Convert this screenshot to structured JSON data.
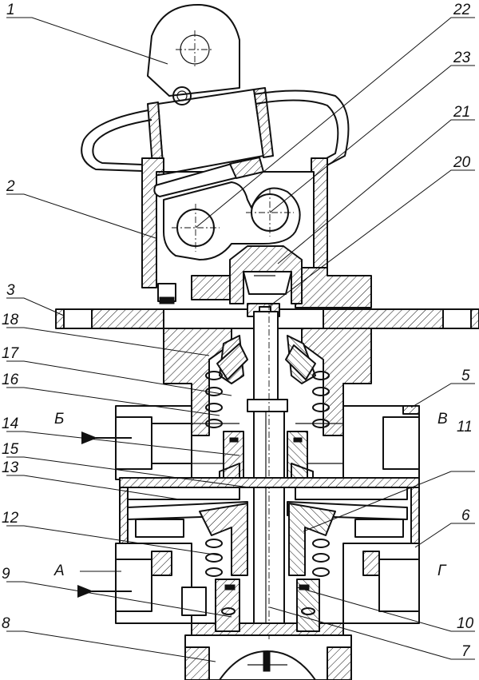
{
  "callouts": [
    {
      "id": "1",
      "text": "1"
    },
    {
      "id": "2",
      "text": "2"
    },
    {
      "id": "3",
      "text": "3"
    },
    {
      "id": "18",
      "text": "18"
    },
    {
      "id": "17",
      "text": "17"
    },
    {
      "id": "16",
      "text": "16"
    },
    {
      "id": "B-cyr",
      "text": "Б"
    },
    {
      "id": "14",
      "text": "14"
    },
    {
      "id": "15",
      "text": "15"
    },
    {
      "id": "13",
      "text": "13"
    },
    {
      "id": "12",
      "text": "12"
    },
    {
      "id": "A-cyr",
      "text": "А"
    },
    {
      "id": "9",
      "text": "9"
    },
    {
      "id": "8",
      "text": "8"
    },
    {
      "id": "22",
      "text": "22"
    },
    {
      "id": "23",
      "text": "23"
    },
    {
      "id": "21",
      "text": "21"
    },
    {
      "id": "20",
      "text": "20"
    },
    {
      "id": "5",
      "text": "5"
    },
    {
      "id": "V-cyr",
      "text": "В"
    },
    {
      "id": "11",
      "text": "11"
    },
    {
      "id": "6",
      "text": "6"
    },
    {
      "id": "G-cyr",
      "text": "Г"
    },
    {
      "id": "10",
      "text": "10"
    },
    {
      "id": "7",
      "text": "7"
    }
  ]
}
